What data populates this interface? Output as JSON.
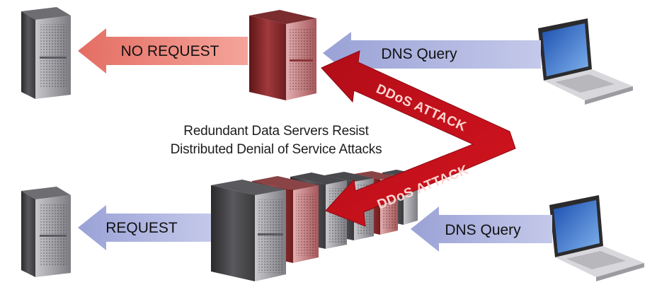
{
  "arrows": {
    "no_request": "NO REQUEST",
    "dns_query_top": "DNS Query",
    "request": "REQUEST",
    "dns_query_bottom": "DNS Query"
  },
  "attacks": {
    "upper": "DDoS ATTACK",
    "lower": "DDoS ATTACK"
  },
  "caption": {
    "line1": "Redundant Data Servers Resist",
    "line2": "Distributed Denial of Service Attacks"
  },
  "colors": {
    "no_request_arrow": "#f2877a",
    "request_arrow": "#aeb5de",
    "dns_arrow": "#aeb5de",
    "attack_arrow": "#c4111c",
    "attack_text": "#ffd5d0",
    "server_dark": "#3a3a3c",
    "server_red": "#8e2a2c"
  },
  "icons": {
    "origin_server_top": "server-icon",
    "dns_server_under_attack": "server-icon",
    "origin_server_bottom": "server-icon",
    "redundant_server_cluster": "server-cluster-icon",
    "client_laptop_top": "laptop-icon",
    "client_laptop_bottom": "laptop-icon"
  }
}
